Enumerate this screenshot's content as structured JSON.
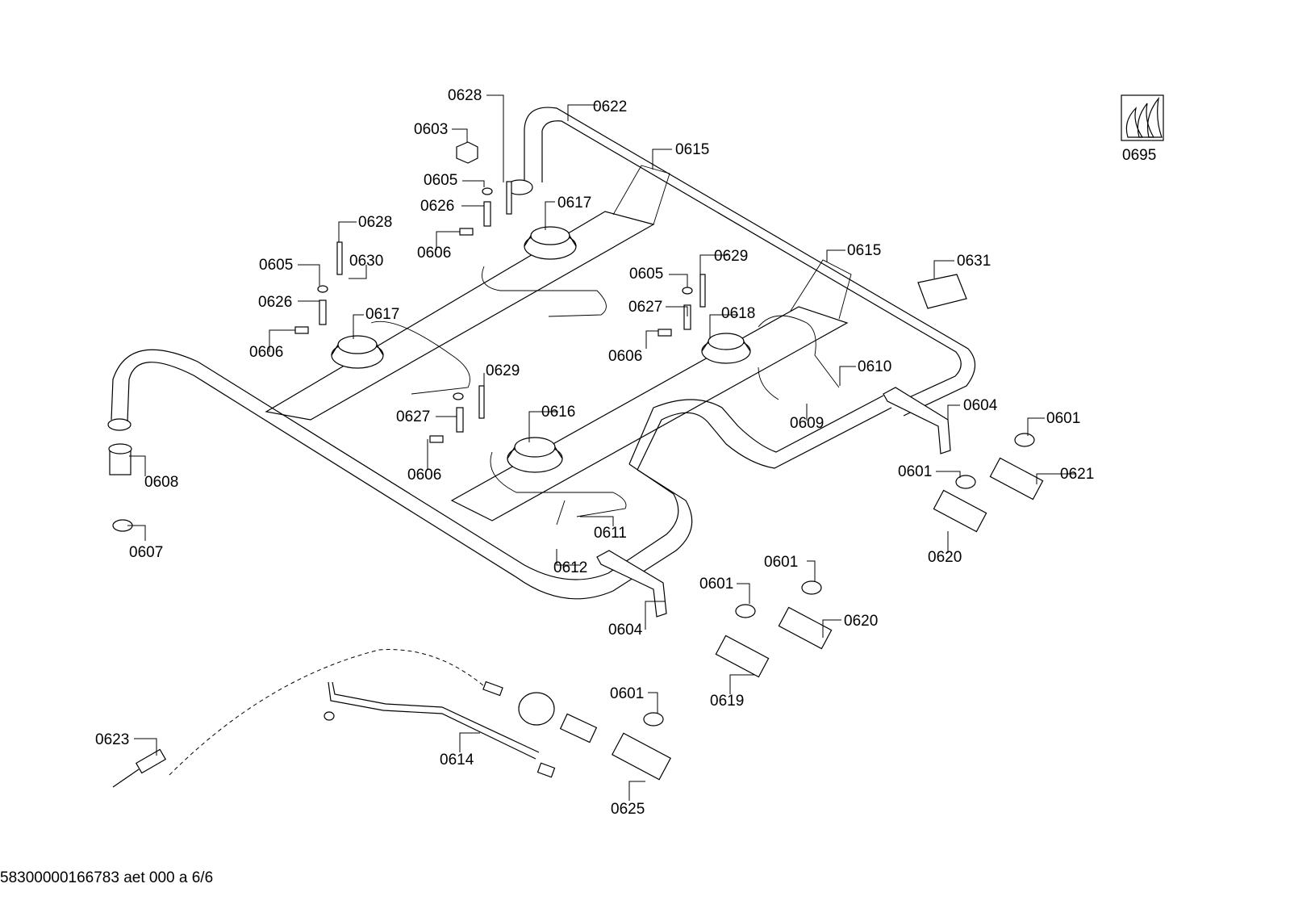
{
  "footer": {
    "document_code": "58300000166783 aet 000 a 6/6"
  },
  "labels": {
    "p0628a": "0628",
    "p0622": "0622",
    "p0603": "0603",
    "p0615a": "0615",
    "p0605a": "0605",
    "p0626a": "0626",
    "p0617a": "0617",
    "p0606a": "0606",
    "p0628b": "0628",
    "p0605b": "0605",
    "p0630": "0630",
    "p0626b": "0626",
    "p0617b": "0617",
    "p0606b": "0606",
    "p0629a": "0629",
    "p0627a": "0627",
    "p0616": "0616",
    "p0606c": "0606",
    "p0608": "0608",
    "p0607": "0607",
    "p0611": "0611",
    "p0612": "0612",
    "p0604a": "0604",
    "p0615b": "0615",
    "p0605c": "0605",
    "p0629b": "0629",
    "p0627b": "0627",
    "p0618": "0618",
    "p0606d": "0606",
    "p0610": "0610",
    "p0609": "0609",
    "p0631": "0631",
    "p0604b": "0604",
    "p0601a": "0601",
    "p0601b": "0601",
    "p0621": "0621",
    "p0620a": "0620",
    "p0601c": "0601",
    "p0601d": "0601",
    "p0620b": "0620",
    "p0619": "0619",
    "p0601e": "0601",
    "p0623": "0623",
    "p0614": "0614",
    "p0625": "0625",
    "p0695": "0695"
  },
  "icons": {
    "product_symbol": "gas-flames-icon"
  }
}
